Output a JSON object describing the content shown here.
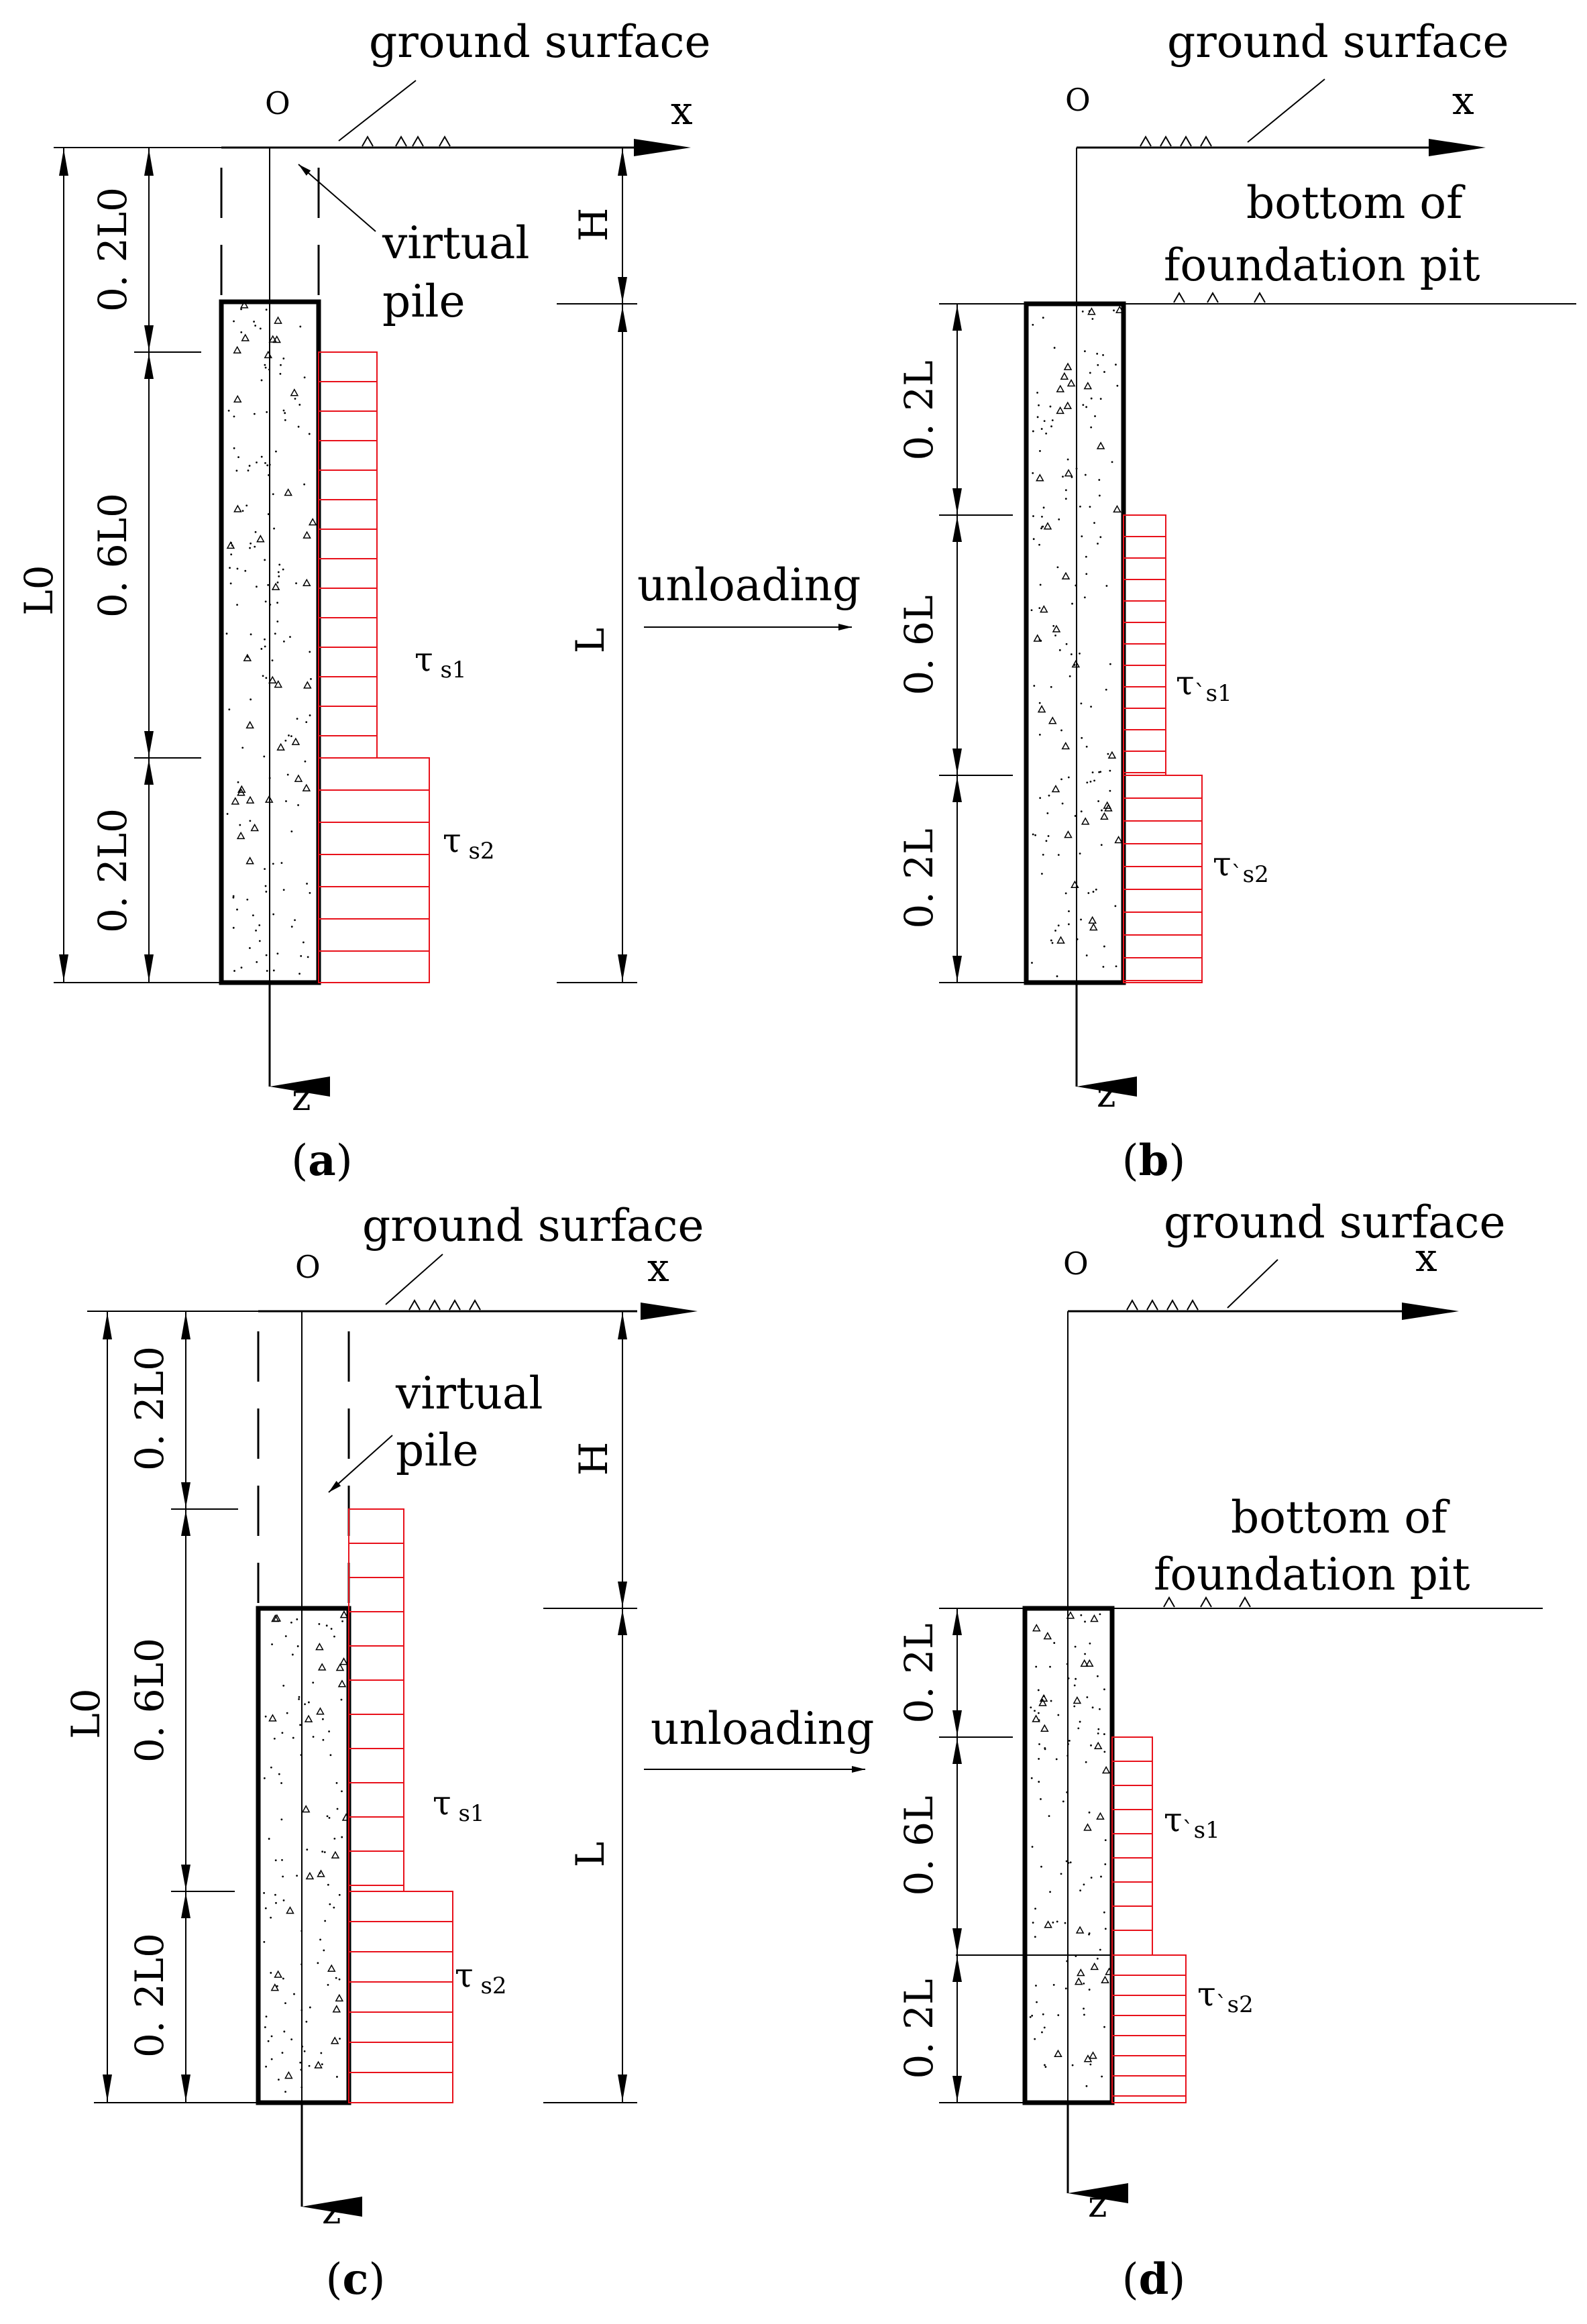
{
  "panels": [
    {
      "caption_letter": "a",
      "ground_surface": "ground surface",
      "origin": "O",
      "axis_x": "x",
      "axis_z": "z",
      "virtual_pile": [
        "virtual",
        "pile"
      ],
      "total_length": "L0",
      "depth_label": "H",
      "pile_length": "L",
      "segments": [
        "0. 2L0",
        "0. 6L0",
        "0. 2L0"
      ],
      "tau_1": "τ s1",
      "tau_2": "τ s2"
    },
    {
      "caption_letter": "b",
      "ground_surface": "ground surface",
      "origin": "O",
      "axis_x": "x",
      "axis_z": "z",
      "pit_bottom": [
        "bottom of",
        "foundation pit"
      ],
      "segments": [
        "0. 2L",
        "0. 6L",
        "0. 2L"
      ],
      "tau_1": "τ`s1",
      "tau_2": "τ`s2"
    },
    {
      "caption_letter": "c",
      "ground_surface": "ground surface",
      "origin": "O",
      "axis_x": "x",
      "axis_z": "z",
      "virtual_pile": [
        "virtual",
        "pile"
      ],
      "total_length": "L0",
      "depth_label": "H",
      "pile_length": "L",
      "segments": [
        "0. 2L0",
        "0. 6L0",
        "0. 2L0"
      ],
      "tau_1": "τ s1",
      "tau_2": "τ s2"
    },
    {
      "caption_letter": "d",
      "ground_surface": "ground surface",
      "origin": "O",
      "axis_x": "x",
      "axis_z": "z",
      "pit_bottom": [
        "bottom of",
        "foundation pit"
      ],
      "segments": [
        "0. 2L",
        "0. 6L",
        "0. 2L"
      ],
      "tau_1": "τ`s1",
      "tau_2": "τ`s2"
    }
  ],
  "arrows": [
    "unloading",
    "unloading"
  ],
  "colors": {
    "shear_stress": "#e8111b",
    "lines": "#000000"
  }
}
